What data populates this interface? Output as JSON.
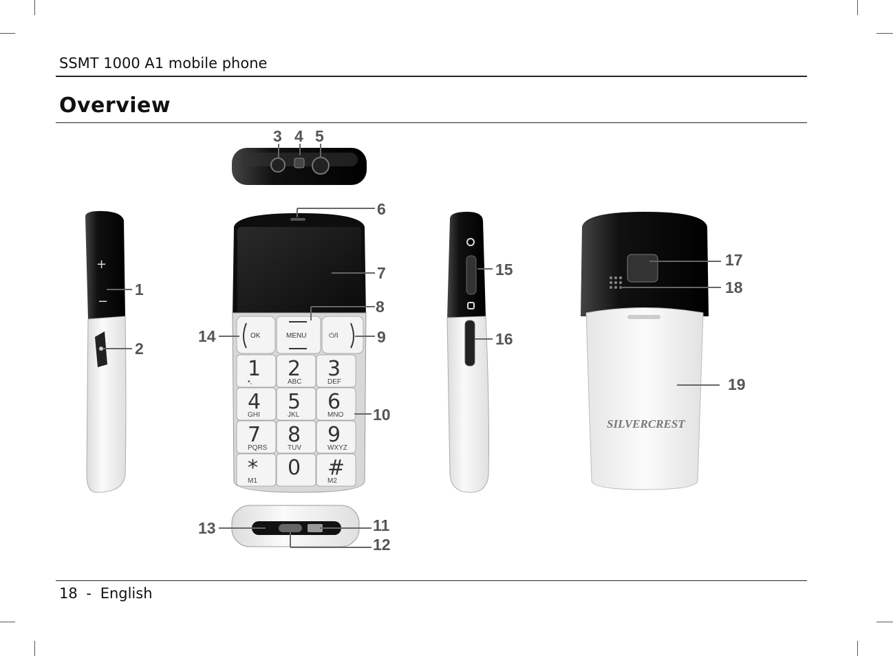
{
  "header": {
    "title": "SSMT 1000 A1 mobile phone"
  },
  "section": {
    "title": "Overview"
  },
  "footer": {
    "page_number": "18",
    "separator": "-",
    "language": "English"
  },
  "figure": {
    "callouts": [
      "1",
      "2",
      "3",
      "4",
      "5",
      "6",
      "7",
      "8",
      "9",
      "10",
      "11",
      "12",
      "13",
      "14",
      "15",
      "16",
      "17",
      "18",
      "19"
    ],
    "soft_keys": {
      "ok": "OK",
      "menu": "MENU",
      "end": "⏻/I"
    },
    "keypad": [
      {
        "num": "1",
        "letters": "•,"
      },
      {
        "num": "2",
        "letters": "ABC"
      },
      {
        "num": "3",
        "letters": "DEF"
      },
      {
        "num": "4",
        "letters": "GHI"
      },
      {
        "num": "5",
        "letters": "JKL"
      },
      {
        "num": "6",
        "letters": "MNO"
      },
      {
        "num": "7",
        "letters": "PQRS"
      },
      {
        "num": "8",
        "letters": "TUV"
      },
      {
        "num": "9",
        "letters": "WXYZ"
      },
      {
        "num": "*",
        "letters": "M1"
      },
      {
        "num": "0",
        "letters": ""
      },
      {
        "num": "#",
        "letters": "M2"
      }
    ],
    "brand": "SILVERCREST",
    "colors": {
      "body_dark": "#1a1a1a",
      "body_light": "#f2f2f2",
      "callout": "#555555",
      "keys": "#f4f4f4"
    }
  }
}
